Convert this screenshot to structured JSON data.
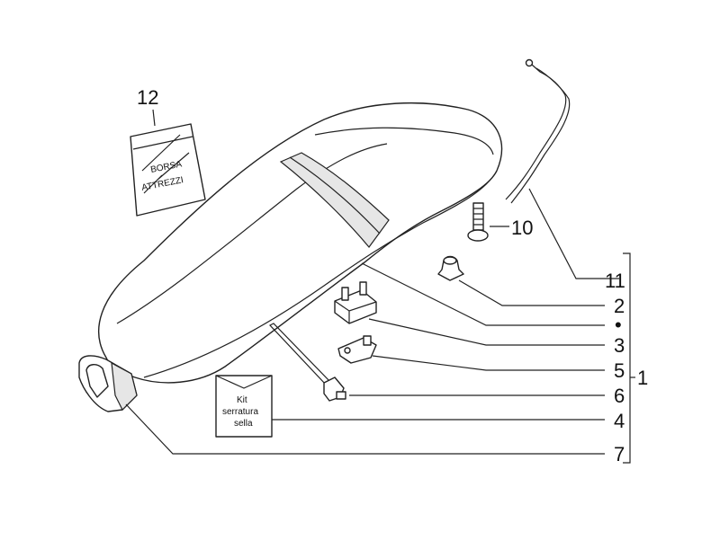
{
  "labels": {
    "tool_bag_number": "12",
    "screw_number": "10",
    "cable_number": "11",
    "buffer_number": "2",
    "bullet": "•",
    "rubber_block_number": "3",
    "bracket_number": "5",
    "tie_number": "6",
    "lock_kit_number": "4",
    "hook_number": "7",
    "assembly_number": "1"
  },
  "tool_bag": {
    "line1": "BORSA",
    "line2": "ATTREZZI"
  },
  "lock_kit": {
    "line1": "Kit",
    "line2": "serratura",
    "line3": "sella"
  }
}
